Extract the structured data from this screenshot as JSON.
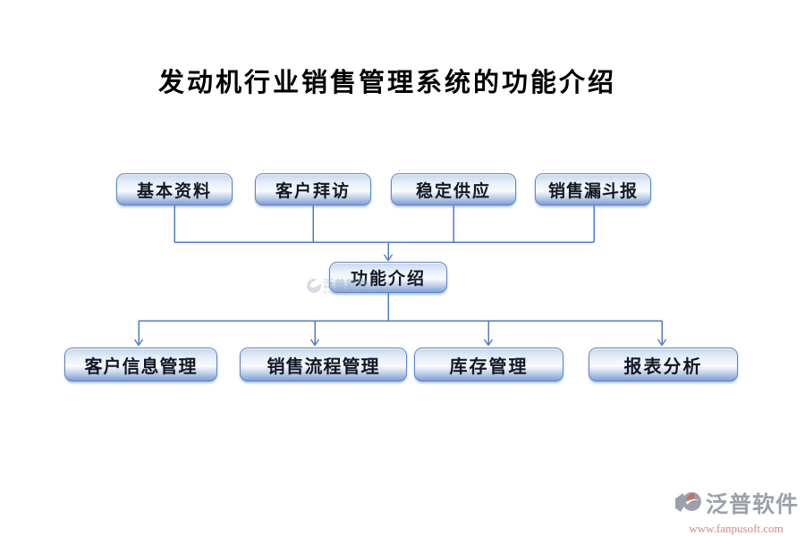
{
  "title": "发动机行业销售管理系统的功能介绍",
  "diagram": {
    "top_nodes": [
      {
        "label": "基本资料"
      },
      {
        "label": "客户拜访"
      },
      {
        "label": "稳定供应"
      },
      {
        "label": "销售漏斗报"
      }
    ],
    "center_node": {
      "label": "功能介绍"
    },
    "bottom_nodes": [
      {
        "label": "客户信息管理"
      },
      {
        "label": "销售流程管理"
      },
      {
        "label": "库存管理"
      },
      {
        "label": "报表分析"
      }
    ]
  },
  "watermark": {
    "brand": "泛普软件",
    "url": "www.fanpusoft.com"
  },
  "footer": {
    "brand": "泛普软件",
    "url": "www.fanpusoft.com"
  },
  "colors": {
    "connector": "#4d7ec1",
    "node_border": "#5b86c7",
    "node_text": "#101828",
    "title_text": "#000000",
    "footer_brand": "#9aa0ac",
    "footer_url": "#d4897c",
    "logo_orange": "#c9705a",
    "logo_gray": "#9ca0ab"
  }
}
